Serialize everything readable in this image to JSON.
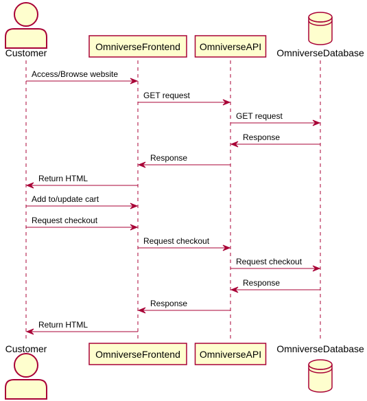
{
  "colors": {
    "fill": "#FEFECE",
    "border": "#A80036",
    "arrow": "#A80036",
    "text": "#000000",
    "lifeline": "#A80036"
  },
  "participants": [
    {
      "id": "customer",
      "label": "Customer",
      "kind": "actor"
    },
    {
      "id": "frontend",
      "label": "OmniverseFrontend",
      "kind": "box"
    },
    {
      "id": "api",
      "label": "OmniverseAPI",
      "kind": "box"
    },
    {
      "id": "db",
      "label": "OmniverseDatabase",
      "kind": "database"
    }
  ],
  "messages": [
    {
      "from": "customer",
      "to": "frontend",
      "label": "Access/Browse website"
    },
    {
      "from": "frontend",
      "to": "api",
      "label": "GET request"
    },
    {
      "from": "api",
      "to": "db",
      "label": "GET request"
    },
    {
      "from": "db",
      "to": "api",
      "label": "Response"
    },
    {
      "from": "api",
      "to": "frontend",
      "label": "Response"
    },
    {
      "from": "frontend",
      "to": "customer",
      "label": "Return HTML"
    },
    {
      "from": "customer",
      "to": "frontend",
      "label": "Add to/update cart"
    },
    {
      "from": "customer",
      "to": "frontend",
      "label": "Request checkout"
    },
    {
      "from": "frontend",
      "to": "api",
      "label": "Request checkout"
    },
    {
      "from": "api",
      "to": "db",
      "label": "Request checkout"
    },
    {
      "from": "db",
      "to": "api",
      "label": "Response"
    },
    {
      "from": "api",
      "to": "frontend",
      "label": "Response"
    },
    {
      "from": "frontend",
      "to": "customer",
      "label": "Return HTML"
    }
  ]
}
